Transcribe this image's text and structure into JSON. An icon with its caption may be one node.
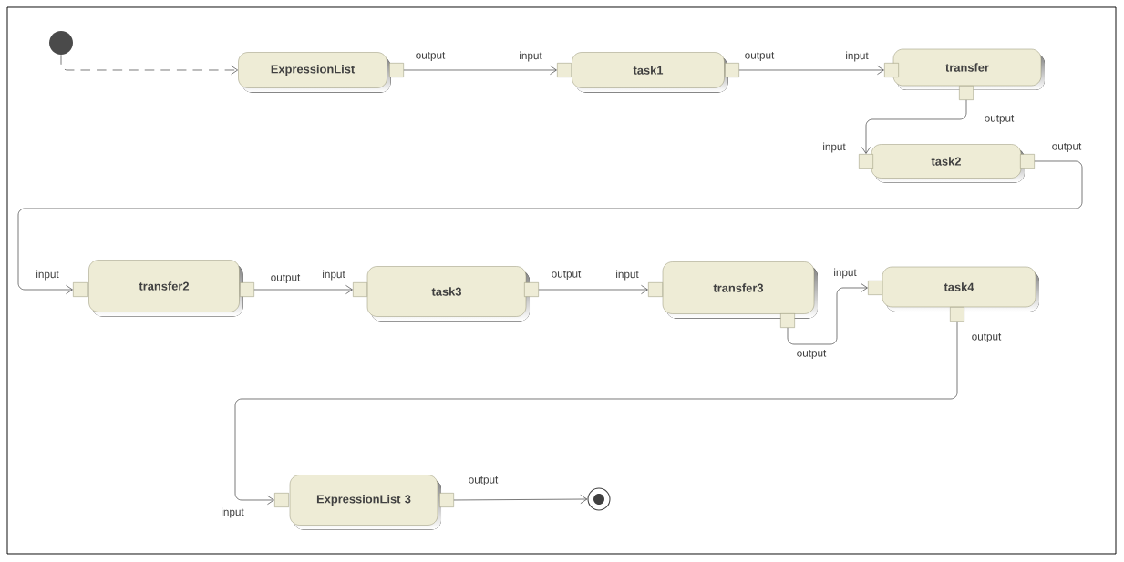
{
  "diagram": {
    "nodes": [
      {
        "text": [],
        "shape": "circle"
      },
      {
        "text": [
          "ExpressionList"
        ],
        "beside": [
          "output"
        ]
      },
      {
        "text": [
          "task1"
        ],
        "beside": [
          "input",
          "output"
        ]
      },
      {
        "text": [
          "transfer"
        ],
        "beside": [
          "input",
          "output"
        ]
      },
      {
        "text": [
          "task2"
        ],
        "beside": [
          "input",
          "output"
        ]
      },
      {
        "text": [
          "transfer2"
        ],
        "beside": [
          "input",
          "output"
        ]
      },
      {
        "text": [
          "task3"
        ],
        "beside": [
          "input",
          "output"
        ]
      },
      {
        "text": [
          "transfer3"
        ],
        "beside": [
          "input",
          "output"
        ]
      },
      {
        "text": [
          "task4"
        ],
        "beside": [
          "input",
          "output"
        ]
      },
      {
        "text": [
          "ExpressionList 3"
        ],
        "beside": [
          "input",
          "output"
        ]
      },
      {
        "text": [],
        "shape": "circle"
      }
    ],
    "edges": [
      {
        "from": 0,
        "to": 1,
        "arrow": "to",
        "style": "dashed"
      },
      {
        "from": 1,
        "to": 2,
        "arrow": "to"
      },
      {
        "from": 2,
        "to": 3,
        "arrow": "to"
      },
      {
        "from": 3,
        "to": 4,
        "arrow": "to"
      },
      {
        "from": 4,
        "to": 5,
        "arrow": "to"
      },
      {
        "from": 5,
        "to": 6,
        "arrow": "to"
      },
      {
        "from": 6,
        "to": 7,
        "arrow": "to"
      },
      {
        "from": 7,
        "to": 8,
        "arrow": "to"
      },
      {
        "from": 8,
        "to": 9,
        "arrow": "to"
      },
      {
        "from": 9,
        "to": 10,
        "arrow": "to"
      }
    ]
  }
}
